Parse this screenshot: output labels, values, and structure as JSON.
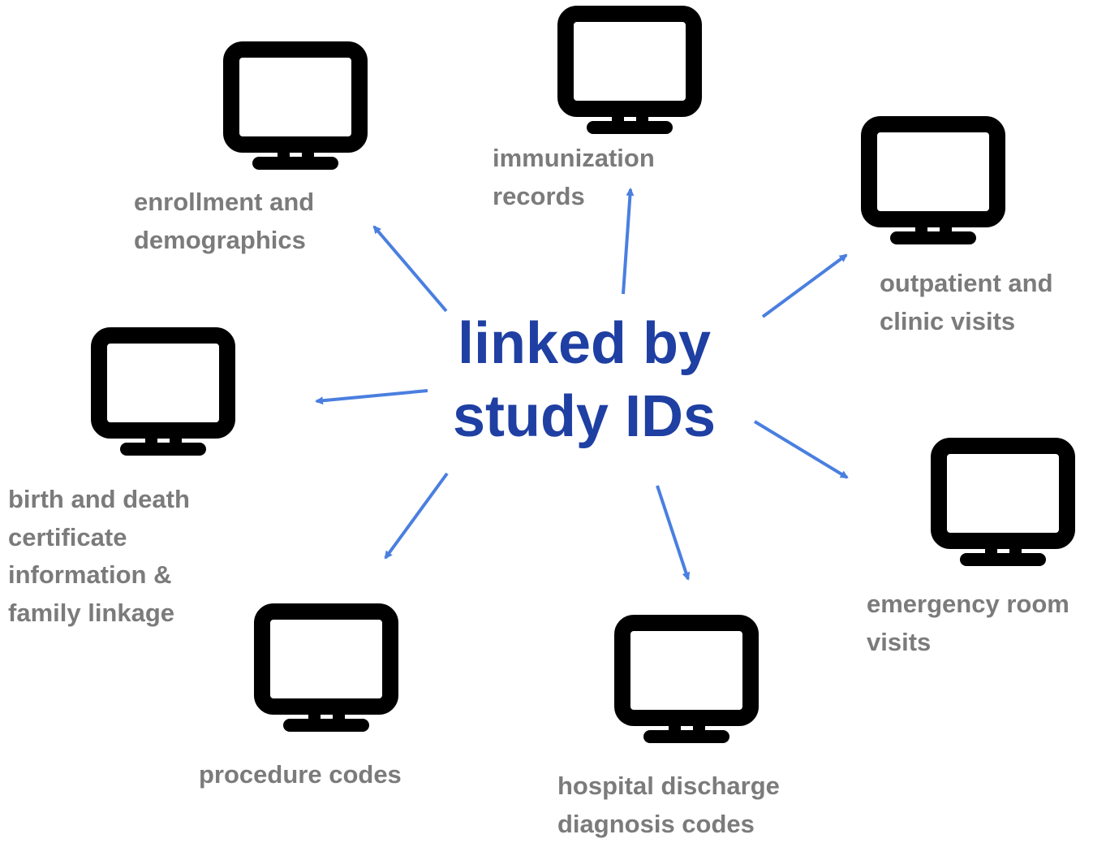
{
  "center": {
    "line1": "linked by",
    "line2": "study IDs"
  },
  "nodes": [
    {
      "id": "immunization",
      "icon": "monitor-icon",
      "lines": [
        "immunization",
        "records"
      ]
    },
    {
      "id": "enrollment",
      "icon": "monitor-icon",
      "lines": [
        "enrollment and",
        "demographics"
      ]
    },
    {
      "id": "outpatient",
      "icon": "monitor-icon",
      "lines": [
        "outpatient and",
        "clinic visits"
      ]
    },
    {
      "id": "birth-death",
      "icon": "monitor-icon",
      "lines": [
        "birth and death",
        "certificate",
        "information &",
        "family linkage"
      ]
    },
    {
      "id": "emergency",
      "icon": "monitor-icon",
      "lines": [
        "emergency room",
        "visits"
      ]
    },
    {
      "id": "procedure",
      "icon": "monitor-icon",
      "lines": [
        "procedure codes"
      ]
    },
    {
      "id": "hospital",
      "icon": "monitor-icon",
      "lines": [
        "hospital discharge",
        "diagnosis codes"
      ]
    }
  ],
  "colors": {
    "center_text": "#1f3fa3",
    "label_text": "#7b7b7b",
    "arrow": "#4a7fe0",
    "icon": "#000000"
  }
}
